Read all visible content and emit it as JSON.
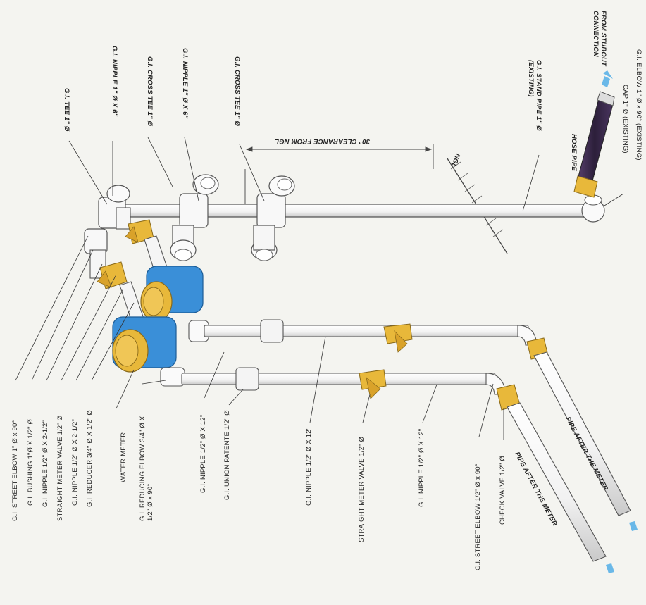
{
  "diagram": {
    "bottom_labels": [
      {
        "id": "street-elbow-1",
        "text": "G.I. STREET ELBOW 1\" Ø x 90°"
      },
      {
        "id": "bushing",
        "text": "G.I. BUSHING 1\"Ø X 1/2\" Ø"
      },
      {
        "id": "nipple-half-2",
        "text": "G.I. NIPPLE 1/2\" Ø X 2-1/2\""
      },
      {
        "id": "straight-meter-valve-1",
        "text": "STRAIGHT METER VALVE 1/2\" Ø"
      },
      {
        "id": "nipple-half-2b",
        "text": "G.I. NIPPLE 1/2\" Ø X 2-1/2\""
      },
      {
        "id": "reducer",
        "text": "G.I. REDUCER 3/4\" Ø X 1/2\" Ø"
      },
      {
        "id": "water-meter",
        "text": "WATER METER"
      },
      {
        "id": "reducing-elbow",
        "text": "G.I. REDUCING ELBOW 3/4\" Ø X 1/2\" Ø x 90°"
      },
      {
        "id": "nipple-half-12a",
        "text": "G.I. NIPPLE 1/2\" Ø X 12\""
      },
      {
        "id": "union-patente",
        "text": "G.I. UNION PATENTE 1/2\" Ø"
      },
      {
        "id": "nipple-half-12b",
        "text": "G.I. NIPPLE 1/2\" Ø X 12\""
      },
      {
        "id": "straight-meter-valve-2",
        "text": "STRAIGHT METER VALVE 1/2\" Ø"
      },
      {
        "id": "nipple-half-12c",
        "text": "G.I. NIPPLE 1/2\" Ø X 12\""
      },
      {
        "id": "street-elbow-half",
        "text": "G.I. STREET ELBOW 1/2\" Ø x 90°"
      },
      {
        "id": "check-valve",
        "text": "CHECK VALVE 1/2\" Ø"
      }
    ],
    "top_labels": [
      {
        "id": "tee",
        "text": "G.I. TEE 1\" Ø"
      },
      {
        "id": "nipple-1x6a",
        "text": "G.I. NIPPLE 1\" Ø X 6\""
      },
      {
        "id": "cross-tee-a",
        "text": "G.I. CROSS TEE 1\" Ø"
      },
      {
        "id": "nipple-1x6b",
        "text": "G.I. NIPPLE 1\" Ø X 6\""
      },
      {
        "id": "cross-tee-b",
        "text": "G.I. CROSS TEE 1\" Ø"
      },
      {
        "id": "stand-pipe",
        "text": "G.I. STAND PIPE 1\" Ø (EXISTING)"
      },
      {
        "id": "hose-pipe",
        "text": "HOSE PIPE"
      },
      {
        "id": "from-stubout",
        "text": "FROM STUBOUT CONNECTION"
      },
      {
        "id": "cap",
        "text": "CAP 1\" Ø (EXISTING)"
      },
      {
        "id": "elbow-existing",
        "text": "G.I. ELBOW 1\" Ø x 90° (EXISTING)"
      }
    ],
    "clearance": "30\" CLEARANCE FROM NGL",
    "ngl": "NGL",
    "pipe_after_meter_1": "PIPE AFTER THE METER",
    "pipe_after_meter_2": "PIPE AFTER THE METER",
    "colors": {
      "pipe": "#fafafa",
      "outline": "#555555",
      "valve": "#e8b83a",
      "meter_body": "#3a8fd8",
      "meter_cap": "#e8b83a",
      "hose": "#3b2a4a",
      "arrow": "#6ab8e8"
    }
  }
}
